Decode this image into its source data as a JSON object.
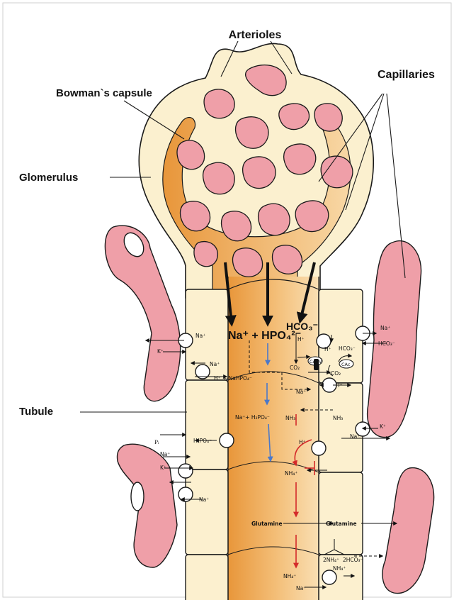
{
  "labels": {
    "arterioles": "Arterioles",
    "bowman": "Bowman`s capsule",
    "capillaries": "Capillaries",
    "glomerulus": "Glomerulus",
    "tubule": "Tubule"
  },
  "chem": {
    "na_plus": "Na⁺",
    "k_plus": "K⁺",
    "h_plus": "H⁺",
    "hco3": "HCO₃⁻",
    "co2": "CO₂",
    "ca_iv": "CA IV",
    "cac": "CAc",
    "main_na_hpo4": "Na⁺ + HPO₄²⁻",
    "main_hco3": "HCO₃⁻",
    "h_nahpo4": "H⁺ + NaHPO₄⁻",
    "na_h2po4": "Na⁺+ H₂PO₄⁻",
    "h2po4": "H₂PO₄⁻",
    "pi": "Pᵢ",
    "nh3": "NH₃",
    "nh4": "NH₄⁺",
    "glutamine": "Glutamine",
    "two_nh4": "2NH₄⁺",
    "two_hco3": "2HCO₃⁻"
  },
  "colors": {
    "orange_dark": "#e89a3e",
    "orange_light": "#f6d39a",
    "cream": "#fcf3d7",
    "pink": "#ef9fa8",
    "outline": "#1a1a1a",
    "blue_arrow": "#4a78c9",
    "red_arrow": "#d42a2a"
  }
}
